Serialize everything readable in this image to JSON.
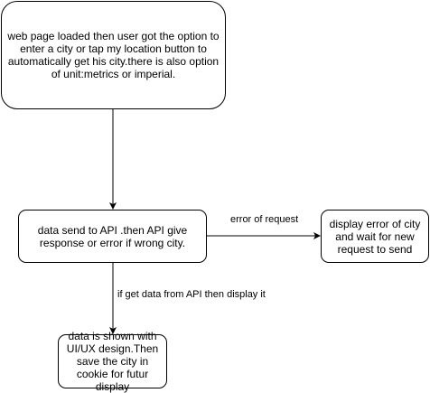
{
  "nodes": {
    "start": "web page loaded then user got the option to enter a city or tap my location button to automatically get his city.there is also option of unit:metrics or imperial.",
    "api_call": "data send to API .then API give response or error if wrong city.",
    "error_display": "display error of city and wait for new request to send",
    "data_display": "data is shown with UI/UX design.Then save the city in cookie for futur display"
  },
  "edges": {
    "error_label": "error of request",
    "success_label": "if get data from API then display it"
  },
  "colors": {
    "stroke": "#000000",
    "fill": "#ffffff"
  }
}
